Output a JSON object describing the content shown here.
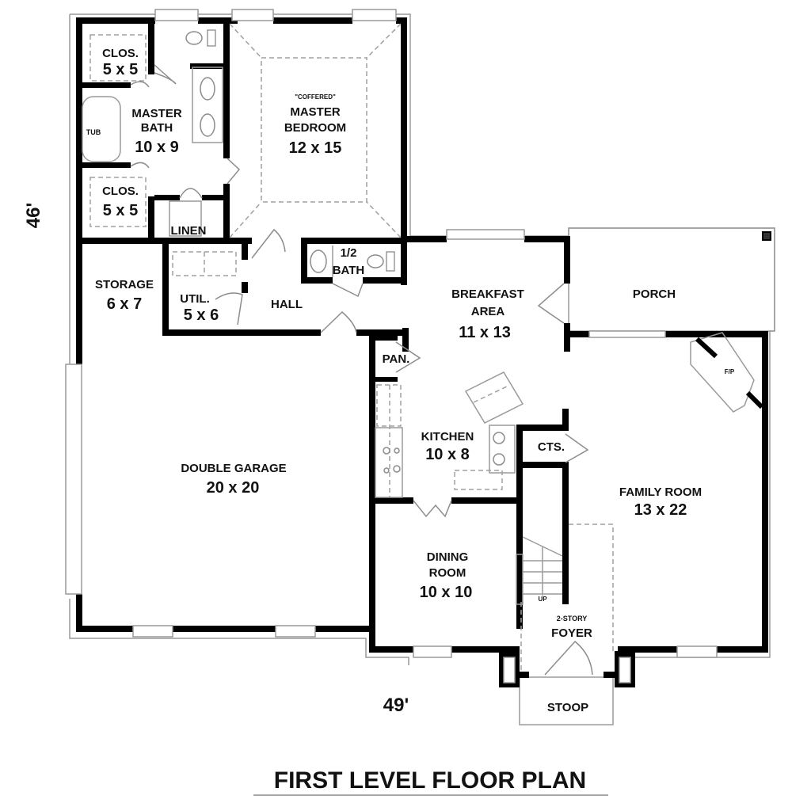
{
  "title": "FIRST LEVEL FLOOR PLAN",
  "overall_dimensions": {
    "depth": "46'",
    "width": "49'"
  },
  "rooms": {
    "closet_top": {
      "name": "CLOS.",
      "size": "5 x 5"
    },
    "master_bath": {
      "name_line1": "MASTER",
      "name_line2": "BATH",
      "size": "10 x 9"
    },
    "tub": {
      "name": "TUB"
    },
    "closet_bottom": {
      "name": "CLOS.",
      "size": "5 x 5"
    },
    "linen": {
      "name": "LINEN"
    },
    "master_bedroom": {
      "note": "\"COFFERED\"",
      "name_line1": "MASTER",
      "name_line2": "BEDROOM",
      "size": "12 x 15"
    },
    "storage": {
      "name": "STORAGE",
      "size": "6 x 7"
    },
    "utility": {
      "name": "UTIL.",
      "size": "5 x 6"
    },
    "hall": {
      "name": "HALL"
    },
    "half_bath": {
      "name_line1": "1/2",
      "name_line2": "BATH"
    },
    "breakfast": {
      "name_line1": "BREAKFAST",
      "name_line2": "AREA",
      "size": "11 x 13"
    },
    "porch": {
      "name": "PORCH"
    },
    "pantry": {
      "name": "PAN."
    },
    "fireplace": {
      "name": "F/P"
    },
    "kitchen": {
      "name": "KITCHEN",
      "size": "10 x 8"
    },
    "closet_cts": {
      "name": "CTS."
    },
    "garage": {
      "name": "DOUBLE GARAGE",
      "size": "20 x 20"
    },
    "family_room": {
      "name": "FAMILY ROOM",
      "size": "13 x 22"
    },
    "dining": {
      "name_line1": "DINING",
      "name_line2": "ROOM",
      "size": "10 x 10"
    },
    "stairs": {
      "label": "UP"
    },
    "foyer": {
      "note": "2-STORY",
      "name": "FOYER"
    },
    "stoop": {
      "name": "STOOP"
    }
  }
}
